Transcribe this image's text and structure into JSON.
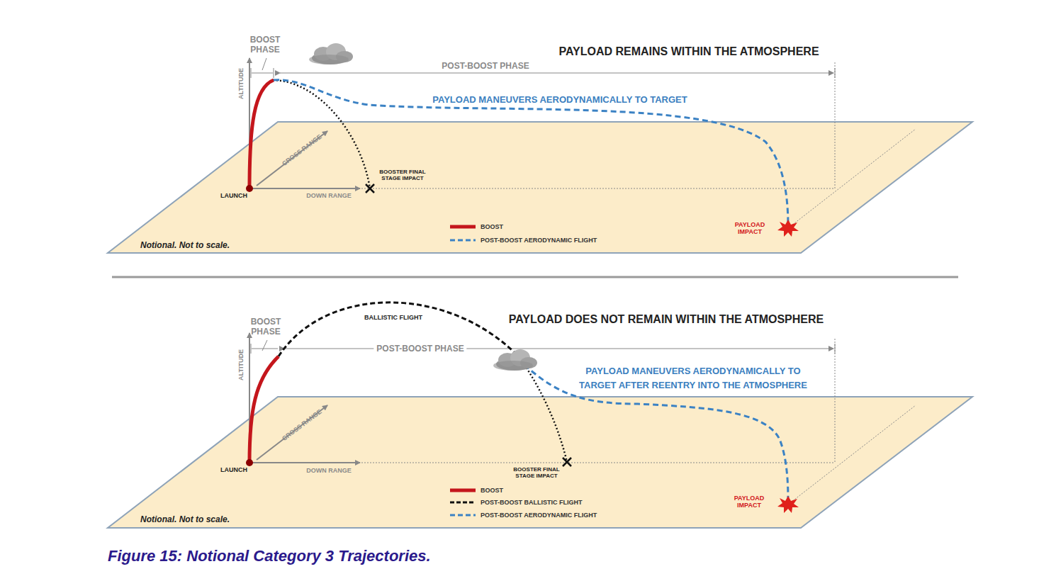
{
  "diagram": {
    "caption": "Figure 15: Notional Category 3 Trajectories.",
    "labels": [
      "BOOST PHASE",
      "ALTITUDE",
      "CROSS RANGE",
      "DOWN RANGE",
      "LAUNCH",
      "BOOSTER FINAL STAGE IMPACT",
      "POST-BOOST PHASE",
      "PAYLOAD REMAINS WITHIN THE ATMOSPHERE",
      "PAYLOAD MANEUVERS AERODYNAMICALLY TO TARGET",
      "PAYLOAD IMPACT",
      "Notional. Not to scale.",
      "BOOST PHASE",
      "BALLISTIC FLIGHT",
      "ALTITUDE",
      "POST-BOOST PHASE",
      "PAYLOAD DOES NOT REMAIN WITHIN THE ATMOSPHERE",
      "PAYLOAD MANEUVERS AERODYNAMICALLY TO TARGET AFTER REENTRY INTO THE ATMOSPHERE",
      "CROSS RANGE",
      "DOWN RANGE",
      "LAUNCH",
      "BOOSTER FINAL STAGE IMPACT",
      "PAYLOAD IMPACT",
      "Notional. Not to scale."
    ],
    "legend": [
      {
        "text": "BOOST"
      },
      {
        "text": "POST-BOOST AERODYNAMIC FLIGHT"
      },
      {
        "text": "BOOST"
      },
      {
        "text": "POST-BOOST BALLISTIC FLIGHT"
      },
      {
        "text": "POST-BOOST AERODYNAMIC FLIGHT"
      }
    ]
  }
}
